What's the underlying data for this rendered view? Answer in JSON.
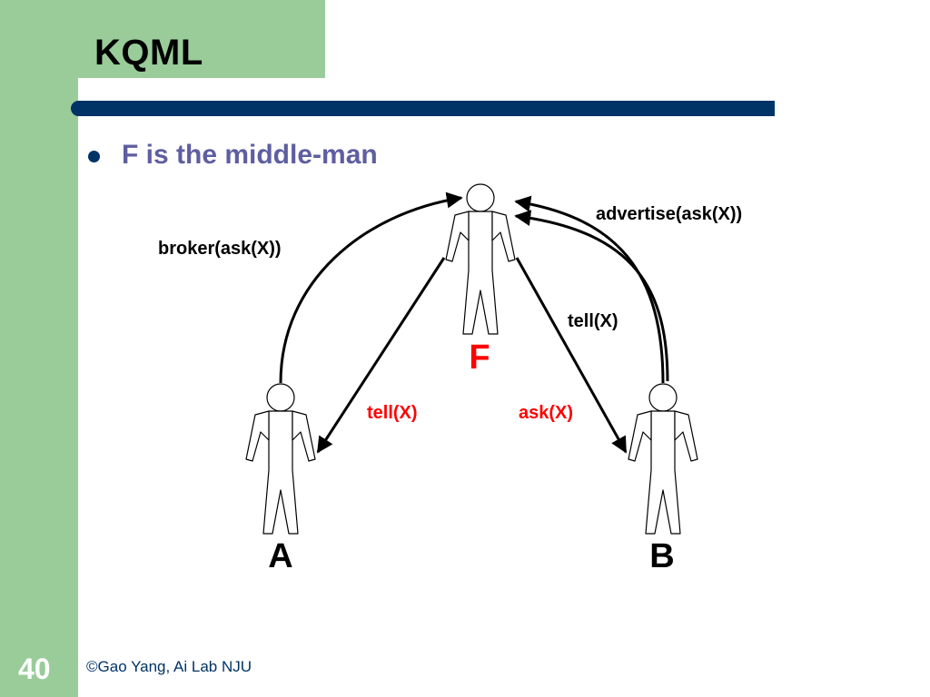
{
  "slide": {
    "title": "KQML",
    "bullet": "F is the middle-man",
    "page_number": "40",
    "footer": "©Gao Yang, Ai Lab NJU"
  },
  "diagram": {
    "agents": {
      "f": "F",
      "a": "A",
      "b": "B"
    },
    "messages": {
      "broker": "broker(ask(X))",
      "advertise": "advertise(ask(X))",
      "tell_f_to_a": "tell(X)",
      "ask_f_to_b": "ask(X)",
      "tell_b_to_f": "tell(X)"
    },
    "colors": {
      "label_highlight": "#ff0000",
      "label_default": "#000000",
      "bullet_text": "#5e5ea0",
      "rule": "#003366",
      "accent_green": "#99cc99"
    }
  }
}
